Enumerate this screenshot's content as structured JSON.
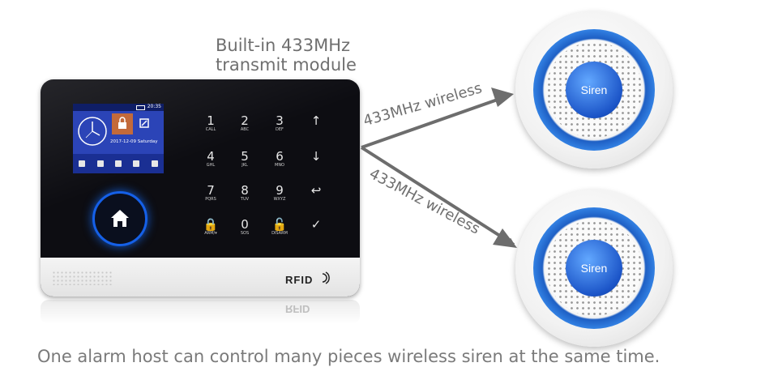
{
  "caption": {
    "module_line1": "Built-in 433MHz",
    "module_line2": "transmit module",
    "bottom": "One alarm host can control many pieces wireless siren at the same time."
  },
  "links": {
    "top_label": "433MHz wireless",
    "bottom_label": "433MHz wireless"
  },
  "panel": {
    "rfid": "RFID",
    "screen": {
      "time": "20:35",
      "date": "2017-12-09 Saturday"
    },
    "keys": [
      {
        "num": "1",
        "label": "CALL"
      },
      {
        "num": "2",
        "label": "ABC"
      },
      {
        "num": "3",
        "label": "DEF"
      },
      {
        "num": "↑",
        "label": ""
      },
      {
        "num": "4",
        "label": "GHL"
      },
      {
        "num": "5",
        "label": "JKL"
      },
      {
        "num": "6",
        "label": "MNO"
      },
      {
        "num": "↓",
        "label": ""
      },
      {
        "num": "7",
        "label": "PQRS"
      },
      {
        "num": "8",
        "label": "TUV"
      },
      {
        "num": "9",
        "label": "WXYZ"
      },
      {
        "num": "↩",
        "label": ""
      },
      {
        "num": "🔒",
        "label": "ARM/▾"
      },
      {
        "num": "0",
        "label": "SOS"
      },
      {
        "num": "🔓",
        "label": "DISARM"
      },
      {
        "num": "✓",
        "label": ""
      }
    ]
  },
  "sirens": [
    {
      "label": "Siren"
    },
    {
      "label": "Siren"
    }
  ],
  "colors": {
    "siren_blue": "#1e5fc4",
    "home_glow": "#1560e8",
    "text_gray": "#6f6f6f"
  }
}
